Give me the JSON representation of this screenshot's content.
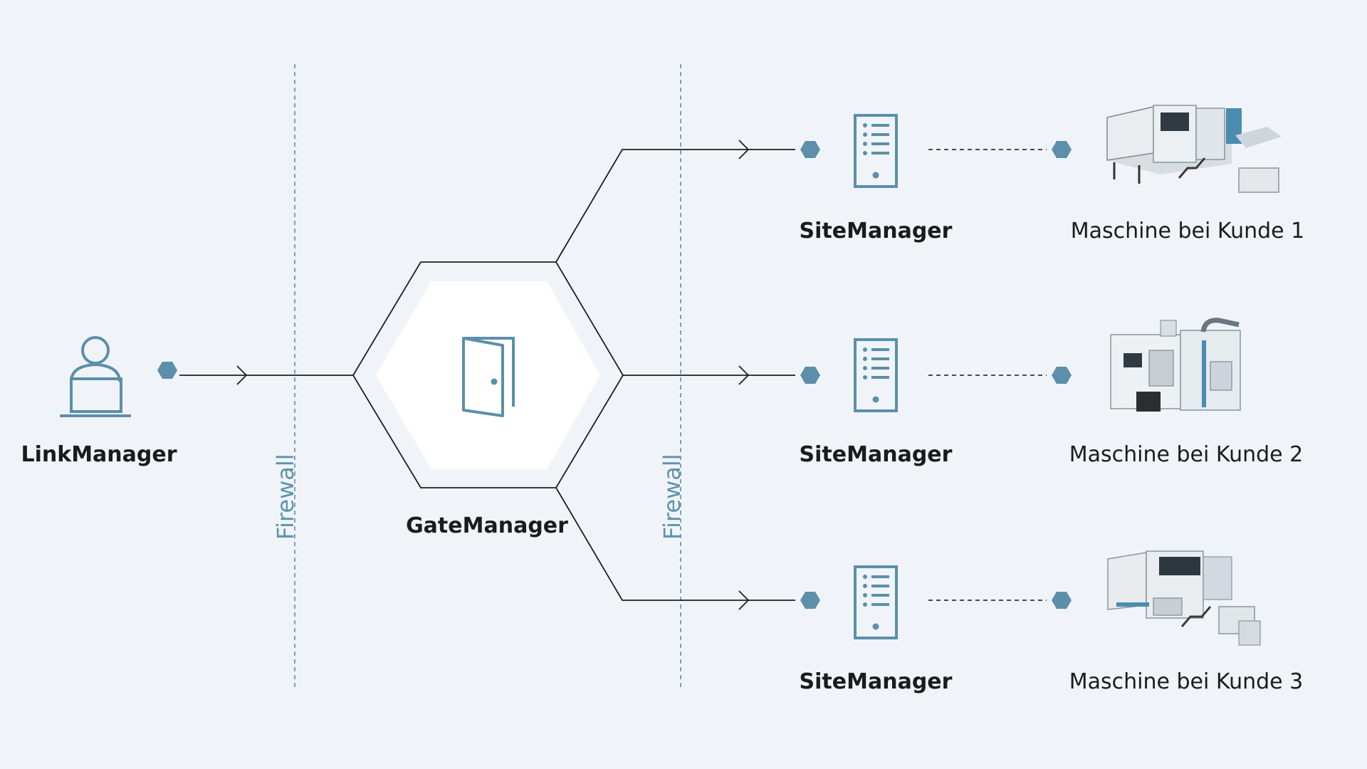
{
  "labels": {
    "link_manager": "LinkManager",
    "gate_manager": "GateManager",
    "firewall_left": "Firewall",
    "firewall_right": "Firewall"
  },
  "sites": [
    {
      "site_label": "SiteManager",
      "machine_label": "Maschine bei Kunde 1"
    },
    {
      "site_label": "SiteManager",
      "machine_label": "Maschine bei Kunde 2"
    },
    {
      "site_label": "SiteManager",
      "machine_label": "Maschine bei Kunde 3"
    }
  ],
  "colors": {
    "background": "#f0f4f8",
    "accent": "#5b8faa",
    "firewall": "#6a9ab2",
    "line": "#1e1e1e",
    "hex_fill": "#ffffff"
  },
  "icons": {
    "user": "person-at-laptop-icon",
    "gate": "door-icon",
    "site": "server-icon"
  }
}
